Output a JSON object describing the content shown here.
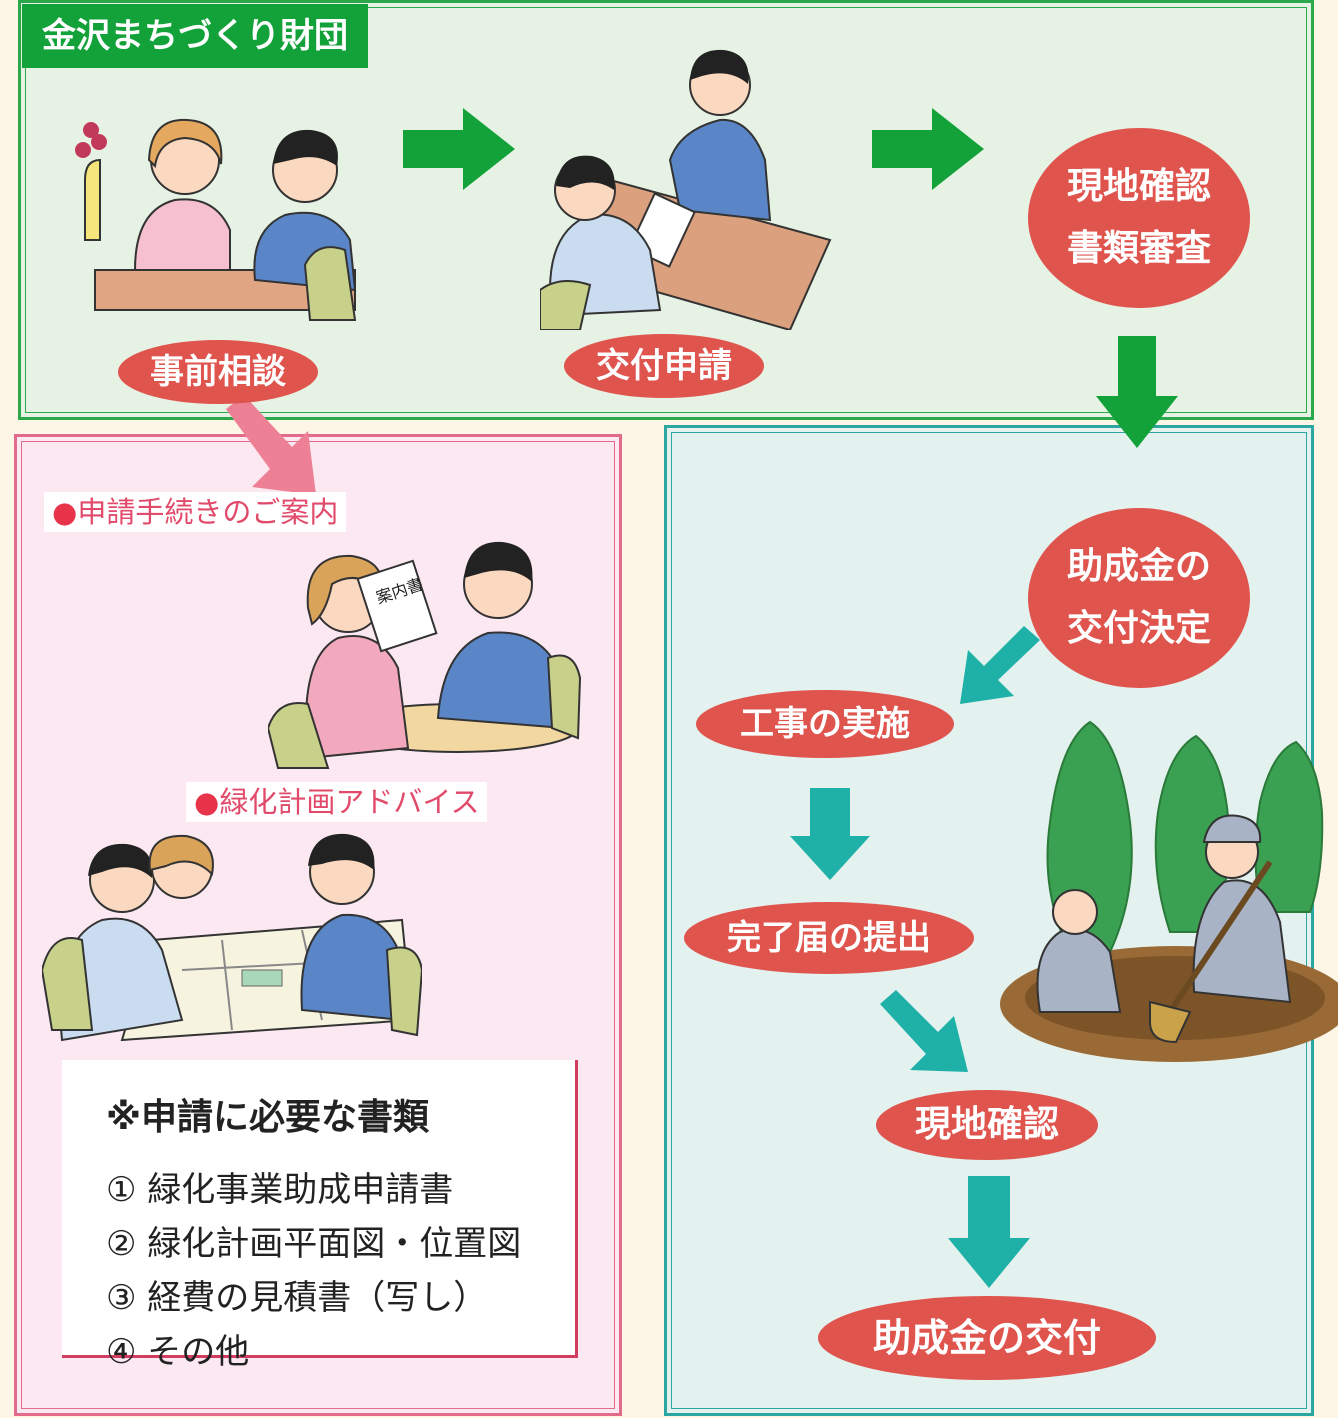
{
  "organization": "金沢まちづくり財団",
  "steps": {
    "consultation": "事前相談",
    "application": "交付申請",
    "review_line1": "現地確認",
    "review_line2": "書類審査",
    "decision_line1": "助成金の",
    "decision_line2": "交付決定",
    "construction": "工事の実施",
    "completion": "完了届の提出",
    "site_check": "現地確認",
    "payment": "助成金の交付"
  },
  "consultation_topics": {
    "procedure": "申請手続きのご案内",
    "advice": "緑化計画アドバイス",
    "document_label": "案内書"
  },
  "required_docs": {
    "title": "※申請に必要な書類",
    "items": [
      "① 緑化事業助成申請書",
      "② 緑化計画平面図・位置図",
      "③ 経費の見積書（写し）",
      "④ その他"
    ]
  },
  "colors": {
    "green": "#13a23a",
    "pink": "#e26a8a",
    "teal": "#2ba6a0",
    "red": "#e0544e"
  }
}
